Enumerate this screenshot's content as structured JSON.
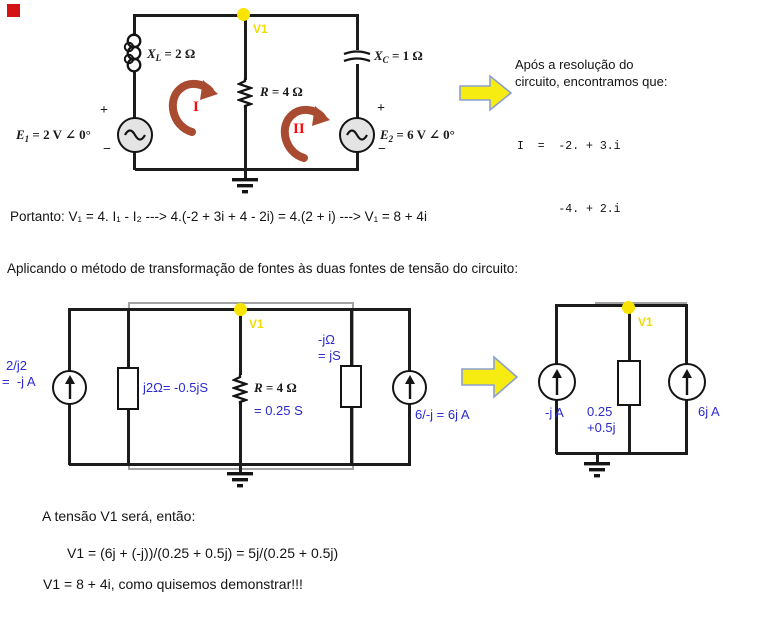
{
  "marker": {
    "color": "#d41414"
  },
  "top_circuit": {
    "node_label": "V1",
    "labels": {
      "inductor": {
        "base": "X",
        "sub": "L",
        "rest": " = 2 Ω"
      },
      "resistor": {
        "base": "R",
        "sub": "",
        "rest": " = 4 Ω"
      },
      "capacitor": {
        "base": "X",
        "sub": "C",
        "rest": " = 1 Ω"
      },
      "source1": {
        "base": "E",
        "sub": "1",
        "rest": " = 2 V ∠ 0°"
      },
      "source2": {
        "base": "E",
        "sub": "2",
        "rest": " = 6 V ∠ 0°"
      }
    },
    "plus": "+",
    "minus": "−",
    "mesh1": "I",
    "mesh2": "II"
  },
  "result_note": {
    "line1": "Após a resolução do",
    "line2": "circuito, encontramos que:",
    "eq_line1": "I  =  -2. + 3.i",
    "eq_line2": "      -4. + 2.i"
  },
  "portanto_line": "Portanto:   V₁ = 4. I₁ -  I₂  --->  4.(-2 + 3i  + 4 - 2i)  = 4.(2 + i) ---> V₁ =  8 + 4i",
  "aplicando_line": "Aplicando o método de transformação de fontes às duas fontes de tensão do circuito:",
  "bottom_circuit": {
    "node_label": "V1",
    "src_left_line1": "2/j2",
    "src_left_line2": "=  -j A",
    "admittance1": "j2Ω= -0.5jS",
    "resistor": {
      "base": "R",
      "sub": "",
      "rest": " = 4 Ω"
    },
    "resistor_adm": "= 0.25 S",
    "admittance2_line1": "-jΩ",
    "admittance2_line2": "= jS",
    "src_right": "6/-j = 6j A"
  },
  "simplified_circuit": {
    "node_label": "V1",
    "src_left": "-j A",
    "admittance_line1": "0.25",
    "admittance_line2": "+0.5j",
    "src_right": "6j A"
  },
  "conclusion": {
    "line1": "A tensão V1 será, então:",
    "line2": "V1 = (6j + (-j))/(0.25 + 0.5j) = 5j/(0.25 + 0.5j)",
    "line3": "V1 = 8 + 4i, como quisemos demonstrar!!!"
  },
  "colors": {
    "accent_blue": "#2b2bd0",
    "node_yellow": "#f8e400",
    "arrow_yellow": "#f6ec12",
    "mesh_arrow_red": "#a84b30",
    "mesh_text_red": "#ff0808",
    "wire": "#1c1c1c"
  }
}
